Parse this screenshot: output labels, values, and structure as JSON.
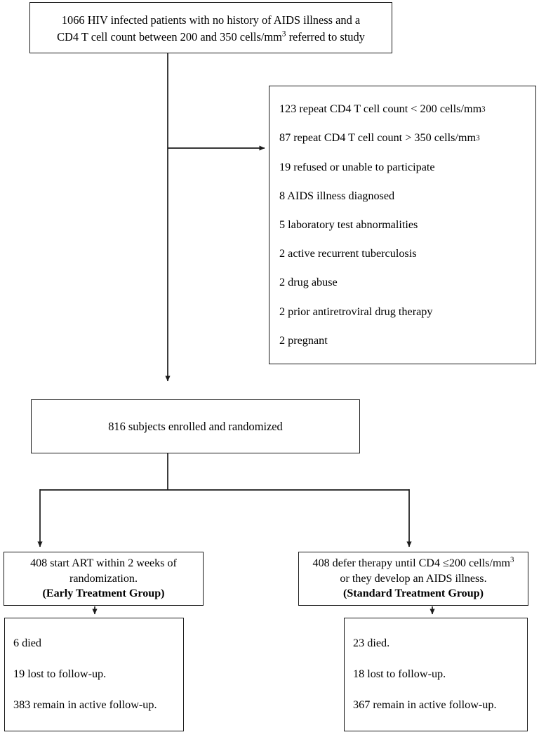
{
  "diagram": {
    "type": "participant-flow-chart",
    "line_color": "#1a1a1a",
    "background_color": "#ffffff"
  },
  "cohort_box": {
    "line1": "1066 HIV infected patients with no history of AIDS illness and a",
    "line2_pre": "CD4 T cell count between 200 and 350 cells/mm",
    "line2_sup": "3",
    "line2_post": " referred to study"
  },
  "exclusions_box": {
    "items": [
      {
        "pre": "123 repeat CD4 T cell count < 200 cells/mm",
        "sup": "3",
        "post": ""
      },
      {
        "pre": "87 repeat CD4 T cell count > 350 cells/mm",
        "sup": "3",
        "post": ""
      },
      {
        "pre": "19 refused or unable to participate",
        "sup": "",
        "post": ""
      },
      {
        "pre": "8 AIDS illness diagnosed",
        "sup": "",
        "post": ""
      },
      {
        "pre": "5 laboratory test abnormalities",
        "sup": "",
        "post": ""
      },
      {
        "pre": "2 active recurrent tuberculosis",
        "sup": "",
        "post": ""
      },
      {
        "pre": "2 drug abuse",
        "sup": "",
        "post": ""
      },
      {
        "pre": "2 prior antiretroviral drug therapy",
        "sup": "",
        "post": ""
      },
      {
        "pre": "2 pregnant",
        "sup": "",
        "post": ""
      }
    ]
  },
  "enrolled_box": {
    "line1": "816 subjects enrolled and randomized"
  },
  "early_group_box": {
    "line1": "408 start ART within 2 weeks of",
    "line2": "randomization.",
    "line3": "(Early Treatment Group)"
  },
  "standard_group_box": {
    "line1_pre": "408 defer therapy until CD4 ≤200 cells/mm",
    "line1_sup": "3",
    "line2": "or they develop an AIDS illness.",
    "line3": "(Standard Treatment Group)"
  },
  "early_outcome_box": {
    "line1": "6 died",
    "line2": "19 lost to follow-up.",
    "line3": "383 remain in active follow-up."
  },
  "standard_outcome_box": {
    "line1": "23 died.",
    "line2": "18 lost to follow-up.",
    "line3": "367 remain in active follow-up."
  }
}
